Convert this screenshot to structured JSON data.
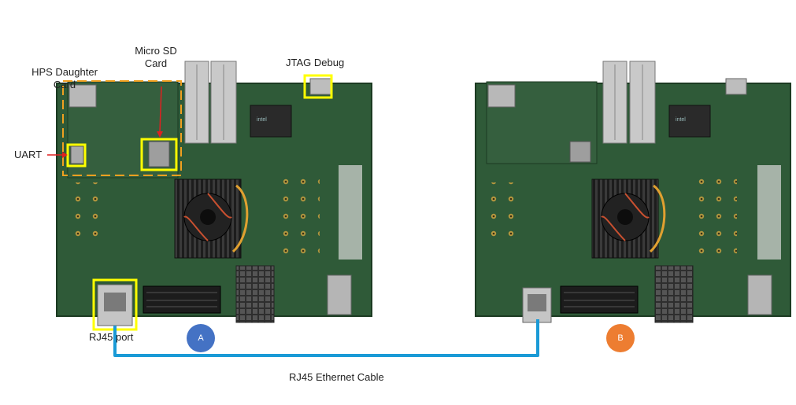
{
  "labels": {
    "hps_daughter_card": "HPS Daughter Card",
    "micro_sd_card": "Micro SD Card",
    "jtag_debug": "JTAG Debug",
    "uart": "UART",
    "rj45_port": "RJ45 port",
    "cable": "RJ45 Ethernet Cable"
  },
  "boards": [
    {
      "id": "A",
      "badge_color": "#4472c4"
    },
    {
      "id": "B",
      "badge_color": "#ed7d31"
    }
  ],
  "colors": {
    "highlight_box": "#ffff00",
    "daughter_card_outline": "#f0a020",
    "cable": "#1a9ad6",
    "pointer_arrow": "#e02020",
    "pcb": "#2f5a38"
  },
  "board_text": {
    "brand": "intel"
  }
}
